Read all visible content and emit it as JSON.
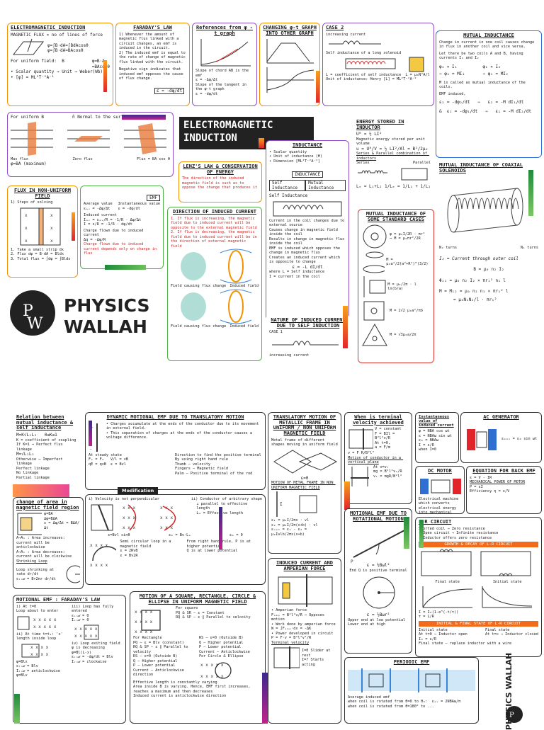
{
  "header": {
    "title_line1": "ELECTROMAGNETIC",
    "title_line2": "INDUCTION",
    "brand_line1": "PHYSICS",
    "brand_line2": "WALLAH",
    "brand_vertical": "PHYSICS WALLAH"
  },
  "cards": {
    "flux_intro": {
      "title": "ELECTROMAGNETIC INDUCTION",
      "lines": [
        "MAGNETIC FLUX ∝ no of lines of force",
        "φ=∫B·dA=∫BdAcosθ",
        "φ=∫B·dA=BAcosθ",
        "For uniform field:  B",
        "φ=B·A",
        "=BAcosθ",
        "• Scalar quantity → Unit → Weber(Wb)",
        "• [φ] = ML²T⁻²A⁻¹"
      ]
    },
    "faradays_law": {
      "title": "FARADAY'S LAW",
      "lines": [
        "1) Whenever the amount of magnetic flux linked with a circuit changes, an emf is induced in the circuit.",
        "2) The induced emf is equal to the rate of change of magnetic flux linked with the circuit.",
        "Negative sign indicates that induced emf opposes the cause of flux change.",
        "ε = -dφ/dt"
      ]
    },
    "graph_ref": {
      "title": "References from φ - t graph",
      "lines": [
        "Slope of chord AB is the emf",
        "ε = -Δφ/Δt",
        "Slope of the tangent in the φ-t graph",
        "ε = -dφ/dt"
      ]
    },
    "changing_graph": {
      "title": "CHANGING φ-t GRAPH INTO OTHER GRAPH",
      "lines": [
        "φ",
        "t",
        "ε",
        "t"
      ]
    },
    "case2": {
      "title": "CASE 2",
      "lines": [
        "increasing current",
        "Self inductance of a long solenoid",
        "L = coefficient of self inductance  L = μ₀N²A/l",
        "Unit of inductance: Henry [L] = ML²T⁻²A⁻²"
      ]
    },
    "mutual": {
      "title": "MUTUAL INDUCTANCE",
      "lines": [
        "Change in current in one coil causes change in flux in another coil and vice versa.",
        "Let there be two coils A and B, having currents I₁ and I₂",
        "φ₂ ∝ I₁          φ₁ ∝ I₂",
        "⇒ φ₂ = MI₁       ⇒ φ₁ = MI₂",
        "M is called as mutual inductance of the coils.",
        "EMF induced,",
        "ε₂ = -dφ₂/dt   ⇒   ε₂ = -M dI₁/dt",
        "&  ε₁ = -dφ₁/dt   ⇒   ε₁ = -M dI₂/dt"
      ]
    },
    "uniform_b": {
      "title": "For uniform B",
      "lines": [
        "n̂ Normal to the surface",
        "Max flux",
        "Zero flux",
        "Flux = BA cos θ",
        "φ=BA (maximum)"
      ]
    },
    "lenz": {
      "title": "LENZ'S LAW & CONSERVATION OF ENERGY",
      "lines": [
        "The direction of the induced magnetic field is such as to oppose the change that produces it"
      ]
    },
    "energy": {
      "title": "ENERGY STORED IN INDUCTOR",
      "lines": [
        "Uᴮ = ½ LI²",
        "Magnetic energy stored per unit volume",
        "u = Uᴮ/V = ½ LI²/Al = B²/2μ₀",
        "Series & Parallel combination of inductors",
        "Series",
        "Parallel",
        "Lₑ = L₁+L₂",
        "1/Lₑ = 1/L₁ + 1/L₂"
      ]
    },
    "nonuniform": {
      "title": "FLUX IN NON-UNIFORM FIELD",
      "lines": [
        "1) Steps of solving",
        "1. Take a small strip dx",
        "2. Flux dφ = B·dA = Bldx",
        "3. Total flux = ∫dφ = ∫Bldx"
      ]
    },
    "emf": {
      "title": "EMF",
      "lines": [
        "Average value",
        "εₐᵥ = -Δφ/Δt",
        "Instantaneous value",
        "ε = -dφ/dt",
        "Induced current",
        "Iₐᵥ = εₐᵥ/R = -1/R · Δφ/Δt",
        "I = ε/R = -1/R · dφ/dt",
        "Charge flown due to induced current",
        "Charge flown due to induced current depends only on change in flux",
        "Δq = -Δφ/R"
      ]
    },
    "direction": {
      "title": "DIRECTION OF INDUCED CURRENT",
      "lines": [
        "1. If flux is increasing, the magnetic field due to induced current will be opposite to the external magnetic field",
        "2. If flux is decreasing, the magnetic field due to induced current will be in the direction of external magnetic field",
        "Field causing flux change",
        "Induced field",
        "Field causing flux change",
        "Induced field"
      ]
    },
    "inductance": {
      "title": "INDUCTANCE",
      "lines": [
        "• Scalar quantity",
        "• Unit of inductance (H)",
        "• Dimension [ML²T⁻²A⁻²]",
        "INDUCTANCE",
        "Self Inductance",
        "Mutual Inductance",
        "Self Inductance",
        "Current in the coil changes due to external source",
        "Causes change in magnetic field inside the coil",
        "Results in change in magnetic flux inside the coil",
        "EMF is induced which opposes the change in magnetic flux",
        "Creates an induced current which is opposite to change",
        "ε = -L dI/dt",
        "where L = Self inductance",
        "I = current in the coil"
      ]
    },
    "nature": {
      "title": "NATURE OF INDUCED CURRENT DUE TO SELF INDUCTION",
      "lines": [
        "CASE 1",
        "increasing current"
      ]
    },
    "mutual_std": {
      "title": "MUTUAL INDUCTANCE OF SOME STANDARD CASES",
      "lines": [
        "φ = μ₀I/2R · πr²",
        "⇒ M = μ₀πr²/2R",
        "M = μ₀a²/2(a²+R²)^(3/2)",
        "M = μ₀/2π · l ln(b/a)",
        "M = 2√2 μ₀a²/πb",
        "M = √3μ₀a/2π"
      ]
    },
    "coaxial": {
      "title": "MUTUAL INDUCTANCE OF COAXIAL SOLENOIDS",
      "lines": [
        "N₂ turns",
        "N₁ turns",
        "I₂ = Current through outer coil",
        "B = μ₀ n₂ I₂",
        "Φ₂₁ = μ₀ n₂ I₂ × πr₁² n₁ l",
        "M = M₁₂ = μ₀ n₂ n₁ × πr₁² l",
        "= μ₀N₁N₂/l · πr₁²"
      ]
    },
    "relation": {
      "title": "Relation between mutual inductance & self inductance",
      "lines": [
        "M=K√L₁L₂   0≤K≤1",
        "K = coefficient of coupling",
        "If K=1 ⇒ Perfect flux linkage",
        "M=√L₁L₂",
        "Otherwise → Imperfect linkage",
        "Perfect linkage",
        "No linkage",
        "Partial linkage"
      ]
    },
    "area_change": {
      "title": "change of area in magnetic field region",
      "lines": [
        "φ=BA",
        "Δφ=BΔA",
        "ε = Δφ/Δt = BΔA/Δt",
        "A→A₁ : Area increases: current will be anticlockwise",
        "A→A₁ : Area decreases: current will be clockwise",
        "Shrinking Loop",
        "Loop shrinking at rate dr/dt",
        "εᵢₙ𝒹 = B×2πr dr/dt"
      ]
    },
    "dynamic": {
      "title": "DYNAMIC MOTIONAL EMF DUE TO TRANSLATORY MOTION",
      "lines": [
        "• Charges accumulate at the ends of the conductor due to its movement in external field.",
        "• This separation of charges at the ends of the conductor causes a voltage difference.",
        "At steady state",
        "Fₑ = Fₘ",
        "qE = qvB",
        "V/l = vB",
        "ε = Bvl",
        "Direction to find the positive terminal",
        "By using right hand rule",
        "Thumb – velocity",
        "Fingers – Magnetic field",
        "Palm – Positive terminal of the rod"
      ]
    },
    "modification": {
      "label": "Modification",
      "lines": [
        "i) Velocity is not perpendicular",
        "ε=Bvl sinθ",
        "ii) Conductor of arbitrary shape",
        "⊥ parallel to effective length",
        "⊥ parallel to effective length",
        "Lₑ = Effective length",
        "εₘ = Bv·Lₑ",
        "εₘ = 0",
        "Semi circular loop in a magnetic field",
        "From right hand rule, P is at higher potential",
        "Q is at lower potential",
        "ε = 2RvB",
        "ε = Bv2R"
      ]
    },
    "faraday_motional": {
      "title": "MOTIONAL EMF : FARADAY'S LAW",
      "lines": [
        "i) At t=0",
        "Loop about to enter",
        "ii) At time t=t₁: 'x' length inside loop",
        "iii) Loop has fully entered",
        "εᵢₙ𝒹 = 0",
        "Iᵢₙ𝒹 = 0",
        "iv) Loop exiting field",
        "φ is decreasing",
        "φ=Bl(L-x)",
        "εᵢₙ𝒹 = -dφ/dt = Blv",
        "Iᵢₙ𝒹 = clockwise",
        "φ=Blx",
        "εᵢₙ𝒹 = Blv",
        "Iᵢₙ𝒹 = anticlockwise",
        "φ=Blv"
      ]
    },
    "square": {
      "title": "MOTION OF A SQUARE, RECTANGLE, CIRCLE & ELLIPSE IN UNIFORM MAGNETIC FIELD",
      "lines": [
        "For square",
        "PQ & SR – ε = Constant",
        "RQ & SP – ε ∥ Parallel to velocity",
        "For Rectangle",
        "PQ – ε = Blv (constant)",
        "RQ & SP – ε ∥ Parallel to velocity",
        "RS – ε=0 (Outside B)",
        "Q – Higher potential",
        "P – Lower potential",
        "Current – Anticlockwise",
        "RS – ε=0 (Outside B)",
        "Q – Higher potential",
        "P – Lower potential",
        "Current – Anticlockwise direction",
        "For Circle & Ellipse",
        "Effective length is constantly varying",
        "Area inside B is varying. Hence, EMF first increases, reaches a maximum and then decreases",
        "Induced current is anticlockwise direction"
      ]
    },
    "translatory": {
      "title": "TRANSLATORY MOTION OF METALLIC FRAME IN UNIFORM / NON UNIFORM MAGNETIC FIELD",
      "lines": [
        "Metal frame of different shapes moving in uniform field",
        "ε=0",
        "MOTION OF METAL FRAME IN NON UNIFORM MAGNETIC FIELD",
        "ε₁ = μ₀I/2πx · vl",
        "ε₂ = μ₀I/2π(x+b) · vl",
        "εₙₑₜ = ε₁ - ε₂ = μ₀Ivlb/2πx(x+b)"
      ]
    },
    "terminal": {
      "title": "When is terminal velocity achieved",
      "lines": [
        "V = constant",
        "F = BIl = B²l²v/R",
        "At t=0,",
        "a = F/m",
        "v = F R/B²l²",
        "Motion of conductor in a vertical plane",
        "At v=vₜ",
        "mg = B²l²vₜ/R",
        "vₜ = mgR/B²l²"
      ]
    },
    "rotational": {
      "title": "MOTIONAL EMF DUE TO ROTATIONAL MOTION",
      "lines": [
        "ε = ½Bωl²",
        "End Q is positive terminal",
        "ε = ½Bωr²",
        "Upper end at low potential",
        "Lower end at high"
      ]
    },
    "induced_ampere": {
      "title": "INDUCED CURRENT AND AMPERIAN FORCE",
      "lines": [
        "• Amperian force",
        "Fₐₘₚ = B²l²v/R ⇒ Opposes motion",
        "• Work done by amperian force",
        "W = ∫Fₐₘₚ·dx = -ΔK",
        "• Power developed in circuit",
        "P = F·v = B²l²v²/R",
        "Terminal velocity",
        "I=0 Slider at rest",
        "I=? Starts acting"
      ]
    },
    "instant": {
      "title": "Instantaneous value of induced current",
      "lines": [
        "φ = NBA cos ωt",
        "ε = NBAω sin ωt",
        "ε₀ = NBAω",
        "I = ε/R",
        "when I=0"
      ]
    },
    "ac_gen": {
      "title": "AC GENERATOR",
      "lines": [
        "εₘₐₓ = ε₀ sin ωt"
      ]
    },
    "dc_motor": {
      "title": "DC MOTOR",
      "lines": [
        "Electrical machine which converts electrical energy into mechanical energy"
      ]
    },
    "equation": {
      "title": "EQUATION FOR BACK EMF",
      "lines": [
        "ε = V - IR",
        "MECHANICAL POWER OF MOTOR",
        "P = εI",
        "Efficiency η = ε/V"
      ]
    },
    "lr": {
      "title": "L-R CIRCUIT",
      "lines": [
        "Shorted coil → Zero resistance",
        "• Open circuit → Infinite resistance",
        "• Inductor offers zero resistance",
        "GROWTH & DECAY OF L-R CIRCUIT",
        "Final state",
        "Initial state",
        "I = I₀(1-e^(-t/τ))",
        "τ = L/R",
        "INITIAL & FINAL STATE OF L-R CIRCUIT",
        "Initial state",
        "Final state",
        "At t=0 → Inductor open",
        "At t=∞ → Inductor closed",
        "I₀ = ε/R",
        "Final state – replace inductor with a wire"
      ]
    },
    "periodic": {
      "title": "PERIODIC EMF",
      "lines": [
        "Average induced emf",
        "when coil is rotated from θ=0 to θ₀:  εₐᵥ = 2NBAω/π",
        "when coil is rotated from θ=180° to ..."
      ]
    }
  }
}
